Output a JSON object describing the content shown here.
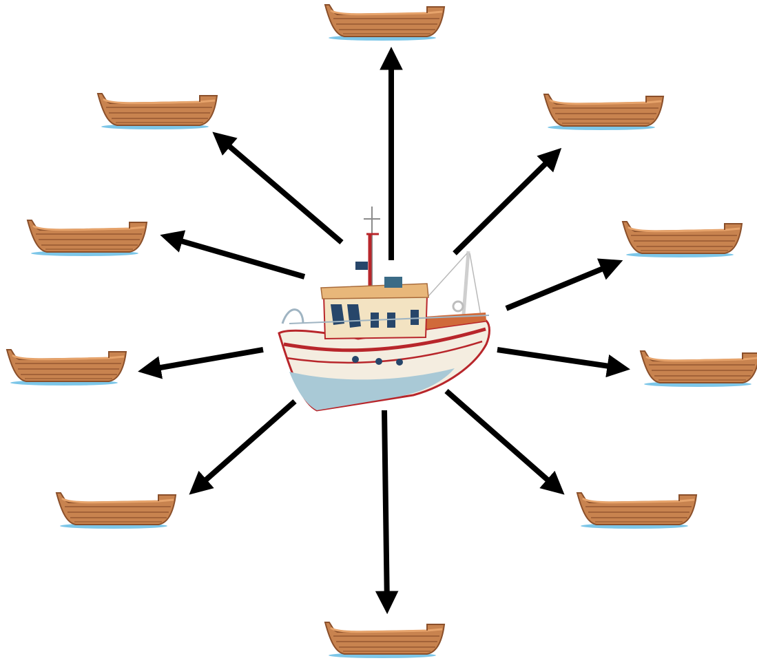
{
  "diagram": {
    "type": "hub-and-spoke",
    "hub": {
      "icon": "fishing-boat-icon"
    },
    "spokes": [
      {
        "id": "top",
        "icon": "rowboat-icon"
      },
      {
        "id": "top-right",
        "icon": "rowboat-icon"
      },
      {
        "id": "right-upper",
        "icon": "rowboat-icon"
      },
      {
        "id": "right-lower",
        "icon": "rowboat-icon"
      },
      {
        "id": "bottom-right",
        "icon": "rowboat-icon"
      },
      {
        "id": "bottom",
        "icon": "rowboat-icon"
      },
      {
        "id": "bottom-left",
        "icon": "rowboat-icon"
      },
      {
        "id": "left-lower",
        "icon": "rowboat-icon"
      },
      {
        "id": "left-upper",
        "icon": "rowboat-icon"
      },
      {
        "id": "top-left",
        "icon": "rowboat-icon"
      }
    ],
    "arrow_direction": "outward",
    "colors": {
      "arrow": "#000000",
      "rowboat_wood": "#c8834f",
      "rowboat_dark": "#8a4f2a",
      "water": "#7cc6e8",
      "hull_white": "#f4ede0",
      "hull_stripe": "#b8262b",
      "hull_bottom": "#a9c9d6",
      "cabin": "#f3e3c2",
      "roof": "#e8b77a",
      "window": "#27466a"
    }
  }
}
